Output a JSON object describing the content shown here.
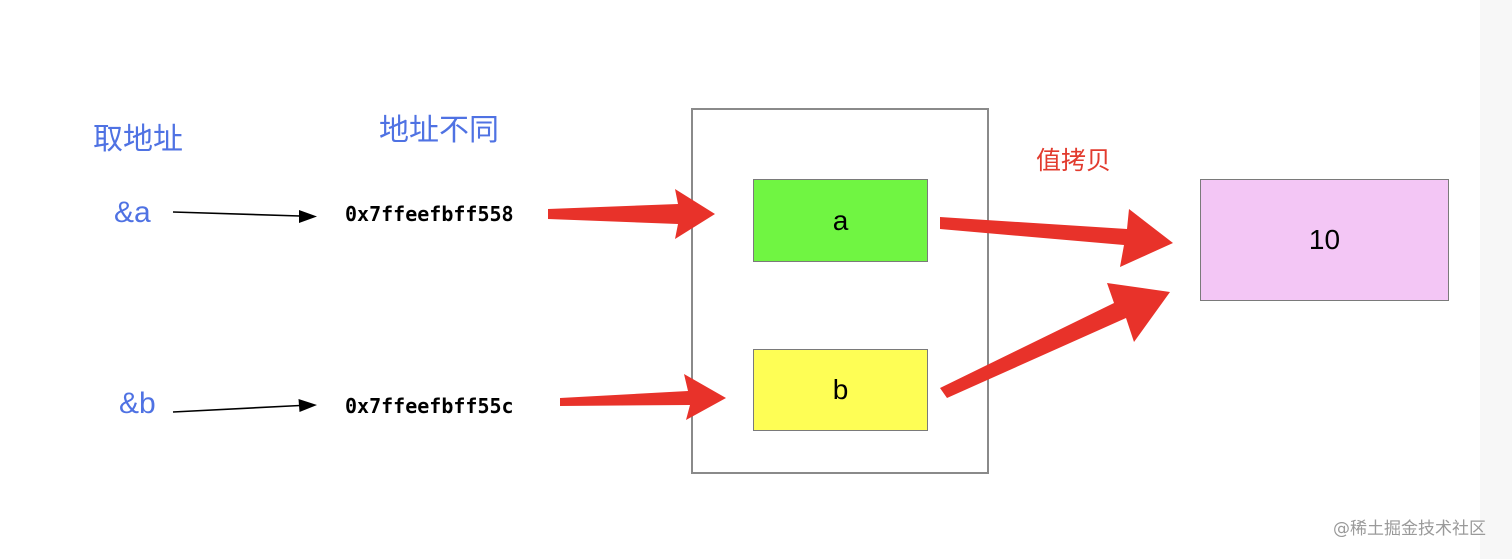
{
  "colors": {
    "label_blue": "#4f72e3",
    "label_red": "#e23b2e",
    "arrow_red": "#e8322a",
    "var_a_fill": "#70f542",
    "var_b_fill": "#fefe55",
    "value_fill": "#f3c6f5",
    "watermark": "#9a9a9a"
  },
  "labels": {
    "take_address": "取地址",
    "address_different": "地址不同",
    "value_copy": "值拷贝"
  },
  "refs": {
    "a": "&a",
    "b": "&b"
  },
  "addresses": {
    "a": "0x7ffeefbff558",
    "b": "0x7ffeefbff55c"
  },
  "variables": {
    "a": "a",
    "b": "b"
  },
  "value": "10",
  "watermark": "@稀土掘金技术社区"
}
